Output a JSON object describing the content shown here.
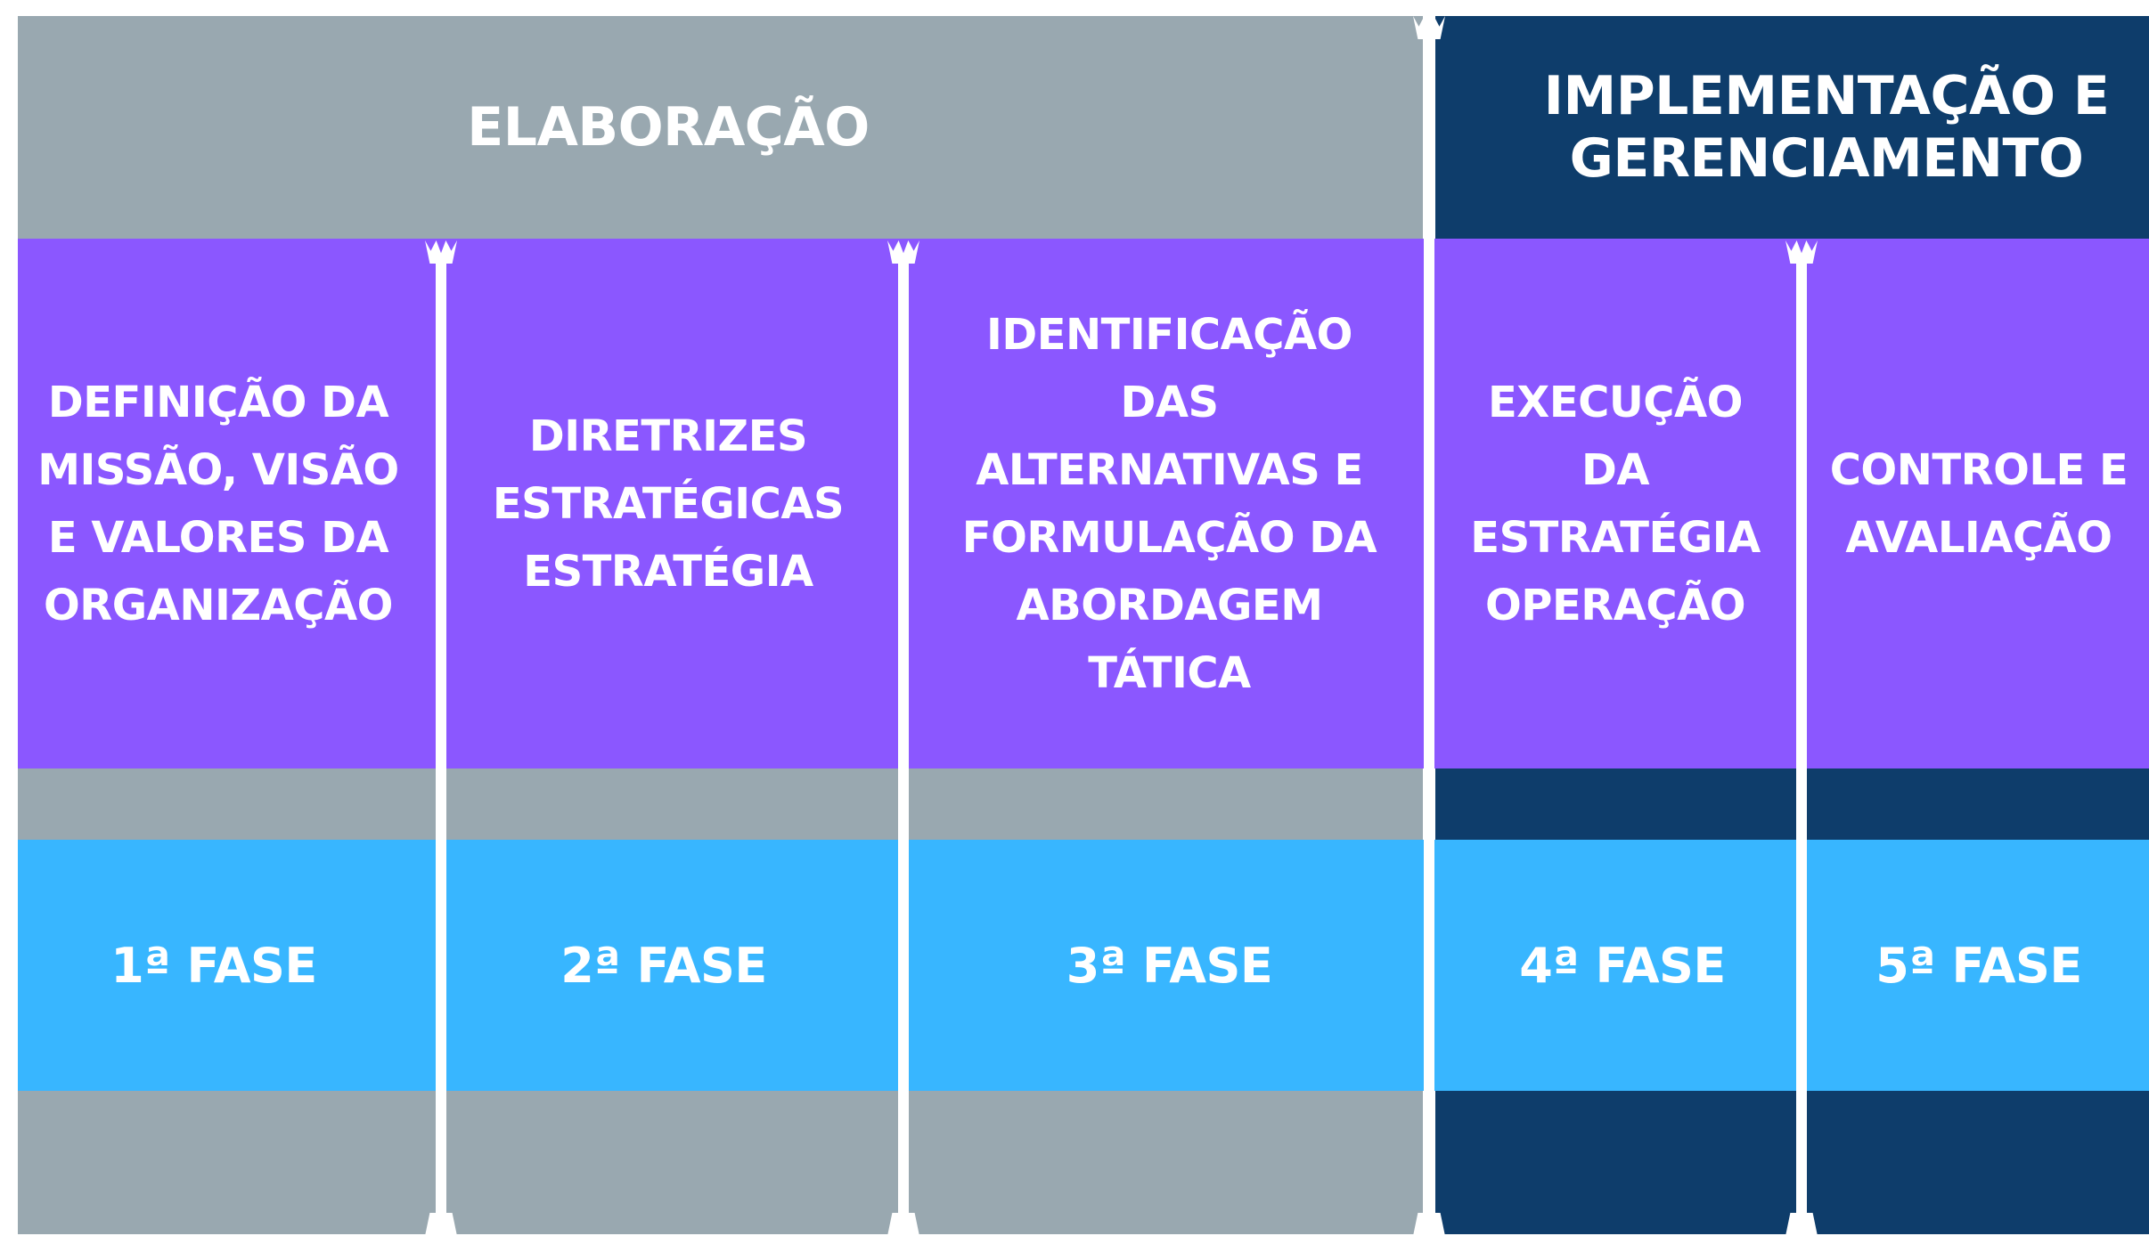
{
  "colors": {
    "elaboracao_bg": "#99a8b0",
    "implementacao_bg": "#0e3d6b",
    "phase_bg": "#8b57ff",
    "fase_bg": "#38b6ff",
    "text": "#ffffff",
    "divider": "#ffffff"
  },
  "groups": [
    {
      "title": "ELABORAÇÃO"
    },
    {
      "title": "IMPLEMENTAÇÃO E GERENCIAMENTO"
    }
  ],
  "phases": [
    {
      "title": "DEFINIÇÃO DA MISSÃO, VISÃO E VALORES DA ORGANIZAÇÃO",
      "fase": "1ª FASE"
    },
    {
      "title": "DIRETRIZES ESTRATÉGICAS ESTRATÉGIA",
      "fase": "2ª FASE"
    },
    {
      "title": "IDENTIFICAÇÃO DAS ALTERNATIVAS E FORMULAÇÃO DA ABORDAGEM TÁTICA",
      "fase": "3ª FASE"
    },
    {
      "title": "EXECUÇÃO DA ESTRATÉGIA OPERAÇÃO",
      "fase": "4ª FASE"
    },
    {
      "title": "CONTROLE E AVALIAÇÃO",
      "fase": "5ª FASE"
    }
  ]
}
